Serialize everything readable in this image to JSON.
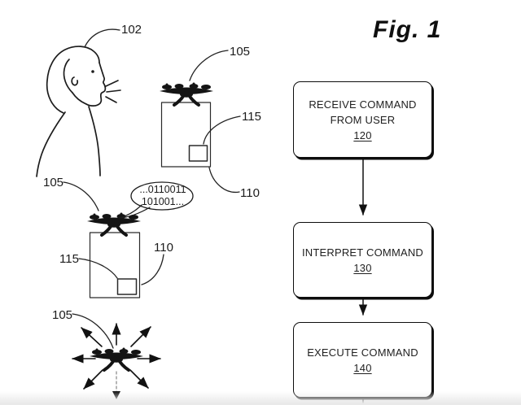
{
  "figure_title": "Fig. 1",
  "illustration": {
    "person_label": "102",
    "top_group": {
      "drone_label": "105",
      "module_label": "115",
      "package_label": "110"
    },
    "mid_group": {
      "drone_label": "105",
      "module_label": "115",
      "package_label": "110",
      "bubble_line1": "...0110011",
      "bubble_line2": "101001..."
    },
    "bottom_group": {
      "drone_label": "105"
    }
  },
  "flowchart": {
    "steps": [
      {
        "line1": "RECEIVE COMMAND",
        "line2": "FROM USER",
        "ref": "120"
      },
      {
        "line1": "INTERPRET COMMAND",
        "ref": "130"
      },
      {
        "line1": "EXECUTE COMMAND",
        "ref": "140"
      }
    ]
  },
  "colors": {
    "ink": "#1c1c1c",
    "paper": "#ffffff",
    "fade": "#e8e8e8"
  }
}
